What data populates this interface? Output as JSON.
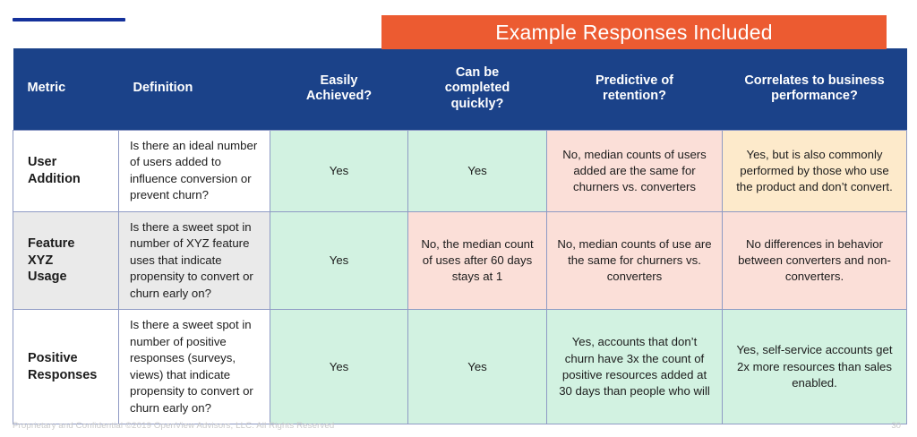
{
  "slide": {
    "banner_label": "Example Responses Included",
    "accent_orange": "#ec5b31",
    "header_blue": "#1b4289",
    "rule_blue": "#14319b"
  },
  "table": {
    "columns": [
      {
        "key": "metric",
        "label": "Metric"
      },
      {
        "key": "definition",
        "label": "Definition"
      },
      {
        "key": "easily_achieved",
        "label": "Easily\nAchieved?"
      },
      {
        "key": "completed_quickly",
        "label": "Can be\ncompleted\nquickly?"
      },
      {
        "key": "predictive_retention",
        "label": "Predictive of\nretention?"
      },
      {
        "key": "correlates_business",
        "label": "Correlates to business\nperformance?"
      }
    ],
    "column_labels": {
      "metric": "Metric",
      "definition": "Definition",
      "easily_achieved_line1": "Easily",
      "easily_achieved_line2": "Achieved?",
      "completed_quickly_line1": "Can be",
      "completed_quickly_line2": "completed",
      "completed_quickly_line3": "quickly?",
      "predictive_line1": "Predictive of",
      "predictive_line2": "retention?",
      "correlates_line1": "Correlates to business",
      "correlates_line2": "performance?"
    },
    "rows": [
      {
        "metric_line1": "User",
        "metric_line2": "Addition",
        "metric_bg": "white",
        "definition": "Is there an ideal number of users added to influence conversion or prevent churn?",
        "definition_bg": "white",
        "easily_achieved": "Yes",
        "easily_achieved_bg": "green",
        "completed_quickly": "Yes",
        "completed_quickly_bg": "green",
        "predictive_retention": "No, median counts of users added are the same for churners vs. converters",
        "predictive_retention_bg": "pink",
        "correlates_business": "Yes, but is also commonly performed by those who use the product and don’t convert.",
        "correlates_business_bg": "peach"
      },
      {
        "metric_line1": "Feature",
        "metric_line2": "XYZ",
        "metric_line3": "Usage",
        "metric_bg": "grey",
        "definition": "Is there a sweet spot in number of XYZ feature uses that indicate propensity to convert or churn early on?",
        "definition_bg": "grey",
        "easily_achieved": "Yes",
        "easily_achieved_bg": "green",
        "completed_quickly": "No, the median count of uses after 60 days stays at 1",
        "completed_quickly_bg": "pink",
        "predictive_retention": "No, median counts of use are the same for churners vs. converters",
        "predictive_retention_bg": "pink",
        "correlates_business": "No differences in behavior between converters and non-converters.",
        "correlates_business_bg": "pink"
      },
      {
        "metric_line1": "Positive",
        "metric_line2": "Responses",
        "metric_bg": "white",
        "definition": "Is there a sweet spot in number of positive responses (surveys, views) that indicate propensity to convert or churn early on?",
        "definition_bg": "white",
        "easily_achieved": "Yes",
        "easily_achieved_bg": "green",
        "completed_quickly": "Yes",
        "completed_quickly_bg": "green",
        "predictive_retention": "Yes, accounts that don’t churn have 3x the count of positive resources added at 30 days than people who will",
        "predictive_retention_bg": "green",
        "correlates_business": "Yes, self-service accounts get 2x more resources than sales enabled.",
        "correlates_business_bg": "green"
      }
    ]
  },
  "footer": {
    "copyright": "Proprietary and Confidential ©2019 OpenView Advisors, LLC. All Rights Reserved",
    "page_number": "30"
  }
}
